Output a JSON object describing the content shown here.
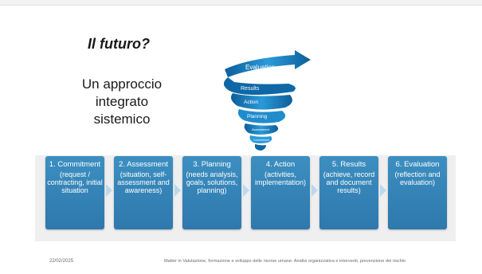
{
  "slide": {
    "title": "Il futuro?",
    "subtitle_lines": [
      "Un approccio",
      "integrato",
      "sistemico"
    ]
  },
  "spiral": {
    "labels": [
      "Evaluation",
      "Results",
      "Action",
      "Planning",
      "Assessment",
      "Commitment"
    ]
  },
  "steps": [
    {
      "head": "1. Commitment",
      "body": "(request / contracting, initial situation"
    },
    {
      "head": "2. Assessment",
      "body": "(situation, self-assessment and awareness)"
    },
    {
      "head": "3. Planning",
      "body": "(needs analysis, goals, solutions, planning)"
    },
    {
      "head": "4. Action",
      "body": "(activities, implementation)"
    },
    {
      "head": "5. Results",
      "body": "(achieve, record and document results)"
    },
    {
      "head": "6. Evaluation",
      "body": "(reflection and evaluation)"
    }
  ],
  "footer": {
    "date": "22/02/2025",
    "text": "Matter in Valutazione, formazione e sviluppo delle risorse umane. Analisi organizzativa  e interventi, prevenzione dei rischio"
  },
  "colors": {
    "step_fill": "#2e78ac",
    "spiral": "#1b7fc4",
    "arrow": "#bcd9ec"
  }
}
